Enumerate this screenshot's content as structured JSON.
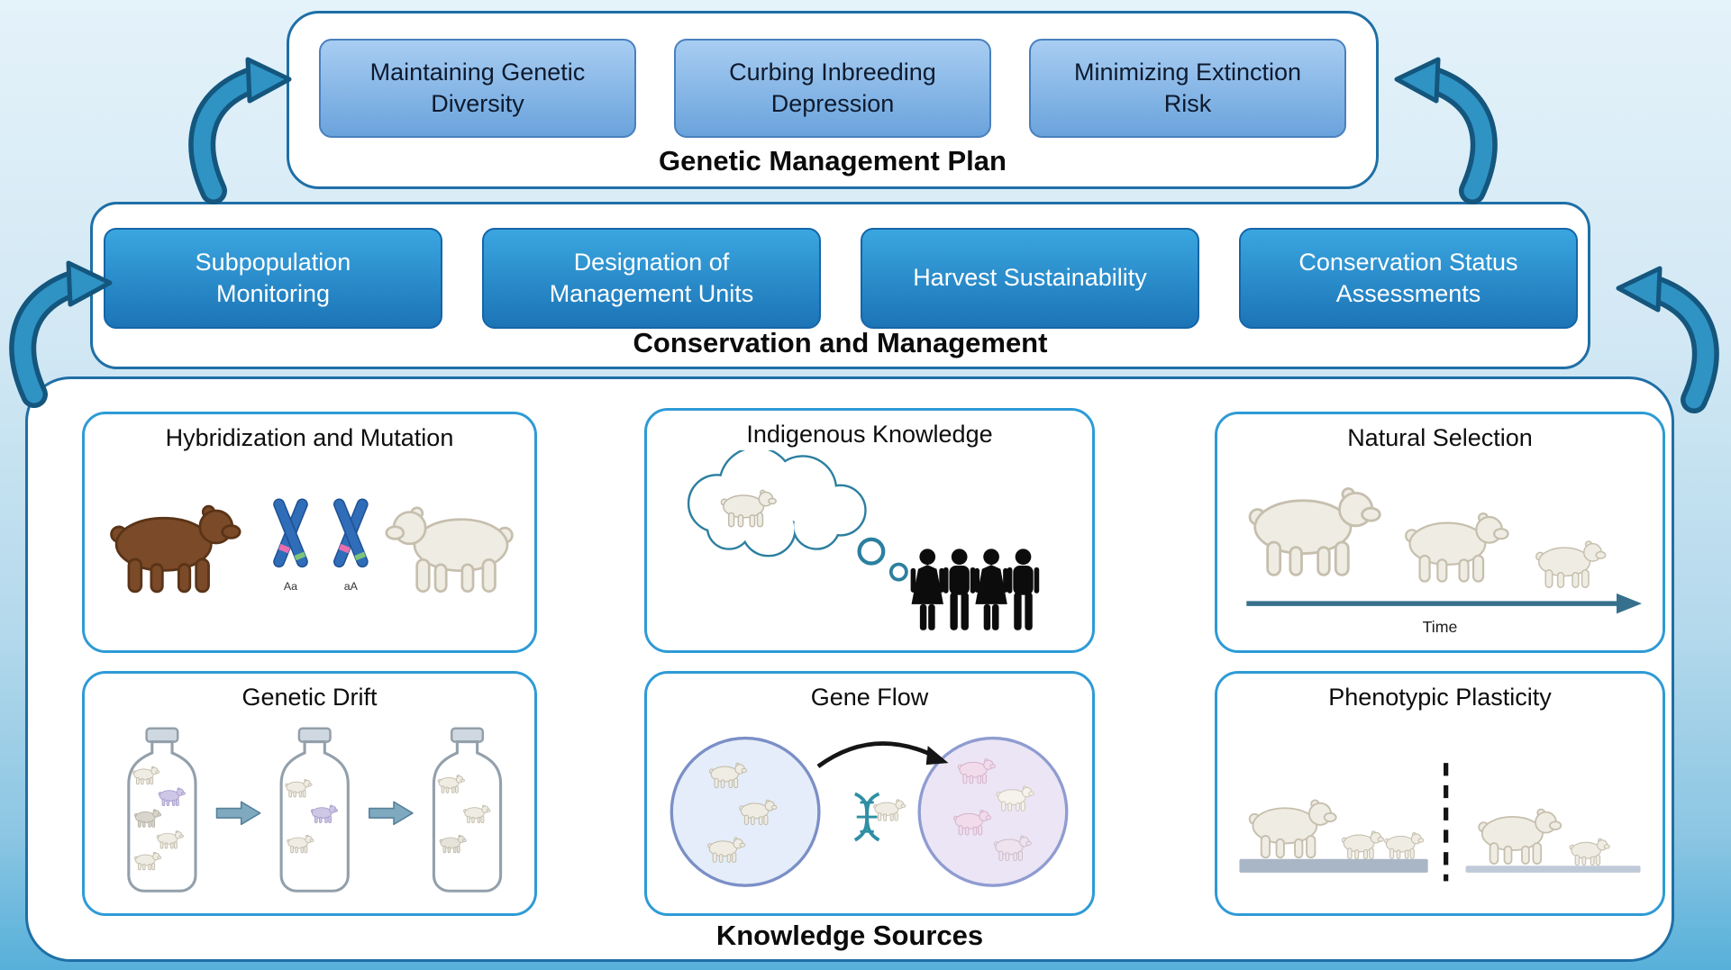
{
  "colors": {
    "background_top": "#e4f2fa",
    "background_bottom": "#57b0da",
    "section_border": "#1f6fa6",
    "panel_border": "#2e9bd6",
    "light_box_fill": "#7fb2e6",
    "dark_box_fill": "#2387c8",
    "cycle_arrow_fill": "#2f93c4",
    "cycle_arrow_edge": "#14567d"
  },
  "genetic_management_plan": {
    "title": "Genetic Management Plan",
    "items": [
      {
        "label": "Maintaining Genetic Diversity"
      },
      {
        "label": "Curbing Inbreeding Depression"
      },
      {
        "label": "Minimizing Extinction Risk"
      }
    ]
  },
  "conservation_and_management": {
    "title": "Conservation and Management",
    "items": [
      {
        "label": "Subpopulation Monitoring"
      },
      {
        "label": "Designation of Management Units"
      },
      {
        "label": "Harvest Sustainability"
      },
      {
        "label": "Conservation Status Assessments"
      }
    ]
  },
  "knowledge_sources": {
    "title": "Knowledge Sources",
    "panels": {
      "hybridization": {
        "title": "Hybridization and Mutation",
        "allele_left": "Aa",
        "allele_right": "aA"
      },
      "indigenous": {
        "title": "Indigenous Knowledge"
      },
      "natural_selection": {
        "title": "Natural Selection",
        "time_label": "Time"
      },
      "genetic_drift": {
        "title": "Genetic Drift"
      },
      "gene_flow": {
        "title": "Gene Flow"
      },
      "phenotypic_plasticity": {
        "title": "Phenotypic Plasticity"
      }
    }
  }
}
